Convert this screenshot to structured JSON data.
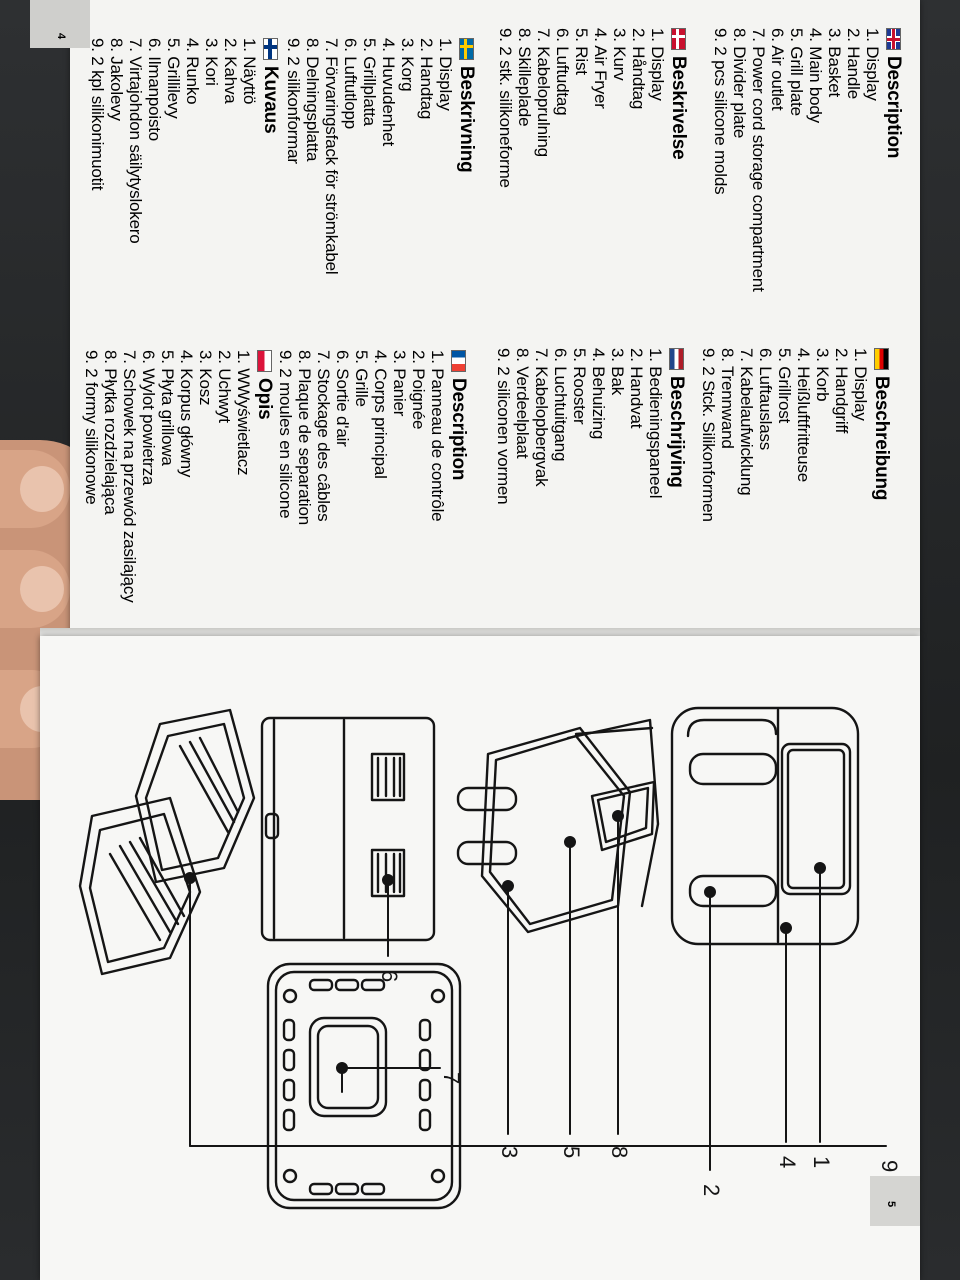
{
  "page_numbers": {
    "left": "4",
    "right": "5"
  },
  "sections": [
    {
      "id": "en",
      "flag": "gb",
      "title": "Description",
      "items": [
        "1. Display",
        "2. Handle",
        "3. Basket",
        "4. Main body",
        "5. Grill plate",
        "6. Air outlet",
        "7. Power cord storage compartment",
        "8. Divider plate",
        "9. 2 pcs silicone molds"
      ]
    },
    {
      "id": "da",
      "flag": "dk",
      "title": "Beskrivelse",
      "items": [
        "1. Display",
        "2. Håndtag",
        "3. Kurv",
        "4. Air Fryer",
        "5. Rist",
        "6. Luftudtag",
        "7. Kabeloprulning",
        "8. Skilleplade",
        "9. 2 stk. silikoneforme"
      ]
    },
    {
      "id": "sv",
      "flag": "se",
      "title": "Beskrivning",
      "items": [
        "1. Display",
        "2. Handtag",
        "3. Korg",
        "4. Huvudenhet",
        "5. Grillplatta",
        "6. Luftutlopp",
        "7. Förvaringsfack för strömkabel",
        "8. Delningsplatta",
        "9. 2 silikonformar"
      ]
    },
    {
      "id": "fi",
      "flag": "fi",
      "title": "Kuvaus",
      "items": [
        "1. Näyttö",
        "2. Kahva",
        "3. Kori",
        "4. Runko",
        "5. Grillilevy",
        "6. Ilmanpoisto",
        "7. Virtajohdon säilytyslokero",
        "8. Jakolevy",
        "9. 2 kpl silikonimuotit"
      ]
    },
    {
      "id": "de",
      "flag": "de",
      "title": "Beschreibung",
      "items": [
        "1. Display",
        "2. Handgriff",
        "3. Korb",
        "4. Heißluftfritteuse",
        "5. Grillrost",
        "6. Luftauslass",
        "7. Kabelaufwicklung",
        "8. Trennwand",
        "9. 2 Stck. Silikonformen"
      ]
    },
    {
      "id": "nl",
      "flag": "nl",
      "title": "Beschrijving",
      "items": [
        "1. Bedieningspaneel",
        "2. Handvat",
        "3. Bak",
        "4. Behuizing",
        "5. Rooster",
        "6. Luchtuitgang",
        "7. Kabelopbergvak",
        "8. Verdeelplaat",
        "9. 2 siliconen vormen"
      ]
    },
    {
      "id": "fr",
      "flag": "fr",
      "title": "Description",
      "items": [
        "1. Panneau de contrôle",
        "2. Poignée",
        "3. Panier",
        "4. Corps principal",
        "5. Grille",
        "6. Sortie d'air",
        "7. Stockage des câbles",
        "8. Plaque de separation",
        "9. 2 moules en silicone"
      ]
    },
    {
      "id": "pl",
      "flag": "pl",
      "title": "Opis",
      "items": [
        "1. WWyświetlacz",
        "2. Uchwyt",
        "3. Kosz",
        "4. Korpus główny",
        "5. Płyta grillowa",
        "6. Wylot powietrza",
        "7. Schowek na przewód zasilający",
        "8. Płytka rozdzielająca",
        "9. 2 formy silikonowe"
      ]
    }
  ],
  "callouts": [
    "1",
    "2",
    "3",
    "4",
    "5",
    "6",
    "7",
    "8",
    "9"
  ]
}
